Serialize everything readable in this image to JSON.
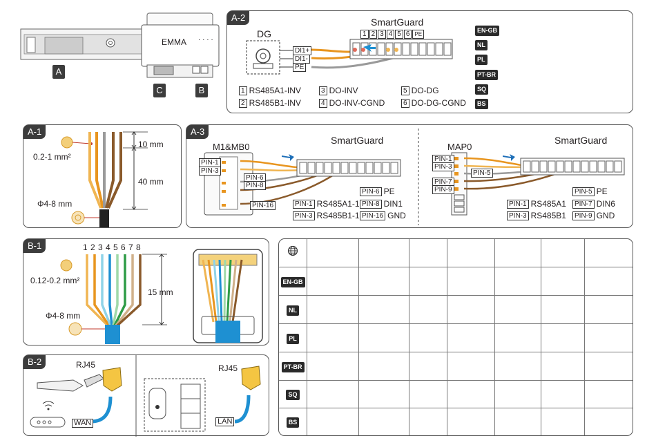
{
  "top": {
    "device_label": "EMMA",
    "device_dots": "· · · ·",
    "marker_a": "A",
    "marker_b": "B",
    "marker_c": "C"
  },
  "a2": {
    "tag": "A-2",
    "dg_label": "DG",
    "smartguard_label": "SmartGuard",
    "wire_labels": [
      "DI1+",
      "DI1-",
      "PE"
    ],
    "terminal_numbers": [
      "1",
      "2",
      "3",
      "4",
      "5",
      "6"
    ],
    "pe_label": "PE",
    "legend": [
      {
        "num": "1",
        "text": "RS485A1-INV"
      },
      {
        "num": "2",
        "text": "RS485B1-INV"
      },
      {
        "num": "3",
        "text": "DO-INV"
      },
      {
        "num": "4",
        "text": "DO-INV-CGND"
      },
      {
        "num": "5",
        "text": "DO-DG"
      },
      {
        "num": "6",
        "text": "DO-DG-CGND"
      }
    ],
    "languages": [
      "EN-GB",
      "NL",
      "PL",
      "PT-BR",
      "SQ",
      "BS"
    ]
  },
  "a1": {
    "tag": "A-1",
    "wire_area": "0.2-1 mm²",
    "strip_length": "10 mm",
    "sheath_length": "40 mm",
    "diameter": "Φ4-8 mm"
  },
  "a3": {
    "tag": "A-3",
    "left_module": "M1&MB0",
    "right_module": "MAP0",
    "smartguard_label": "SmartGuard",
    "left_pins": [
      "PIN-1",
      "PIN-3",
      "PIN-6",
      "PIN-8",
      "PIN-16"
    ],
    "right_pins": [
      "PIN-1",
      "PIN-3",
      "PIN-5",
      "PIN-7",
      "PIN-9"
    ],
    "left_legend": [
      {
        "pin": "PIN-6",
        "text": "PE"
      },
      {
        "pin": "PIN-1",
        "text": "RS485A1-1"
      },
      {
        "pin": "PIN-8",
        "text": "DIN1"
      },
      {
        "pin": "PIN-3",
        "text": "RS485B1-1"
      },
      {
        "pin": "PIN-16",
        "text": "GND"
      }
    ],
    "right_legend": [
      {
        "pin": "PIN-5",
        "text": "PE"
      },
      {
        "pin": "PIN-1",
        "text": "RS485A1"
      },
      {
        "pin": "PIN-7",
        "text": "DIN6"
      },
      {
        "pin": "PIN-3",
        "text": "RS485B1"
      },
      {
        "pin": "PIN-9",
        "text": "GND"
      }
    ]
  },
  "b1": {
    "tag": "B-1",
    "pin_numbers": [
      "1",
      "2",
      "3",
      "4",
      "5",
      "6",
      "7",
      "8"
    ],
    "wire_area": "0.12-0.2 mm²",
    "strip_length": "15 mm",
    "diameter": "Φ4-8 mm"
  },
  "b2": {
    "tag": "B-2",
    "left_connector": "RJ45",
    "right_connector": "RJ45",
    "wan_label": "WAN",
    "lan_label": "LAN"
  },
  "table": {
    "globe_icon": "globe-icon",
    "rows": [
      "EN-GB",
      "NL",
      "PL",
      "PT-BR",
      "SQ",
      "BS"
    ]
  },
  "colors": {
    "orange": "#e8951f",
    "orange_light": "#f0b552",
    "blue": "#1e90d2",
    "green": "#2e9b46",
    "brown": "#8a5a2b",
    "gray": "#9a9a9a",
    "panel_dark": "#3c3c3c"
  }
}
